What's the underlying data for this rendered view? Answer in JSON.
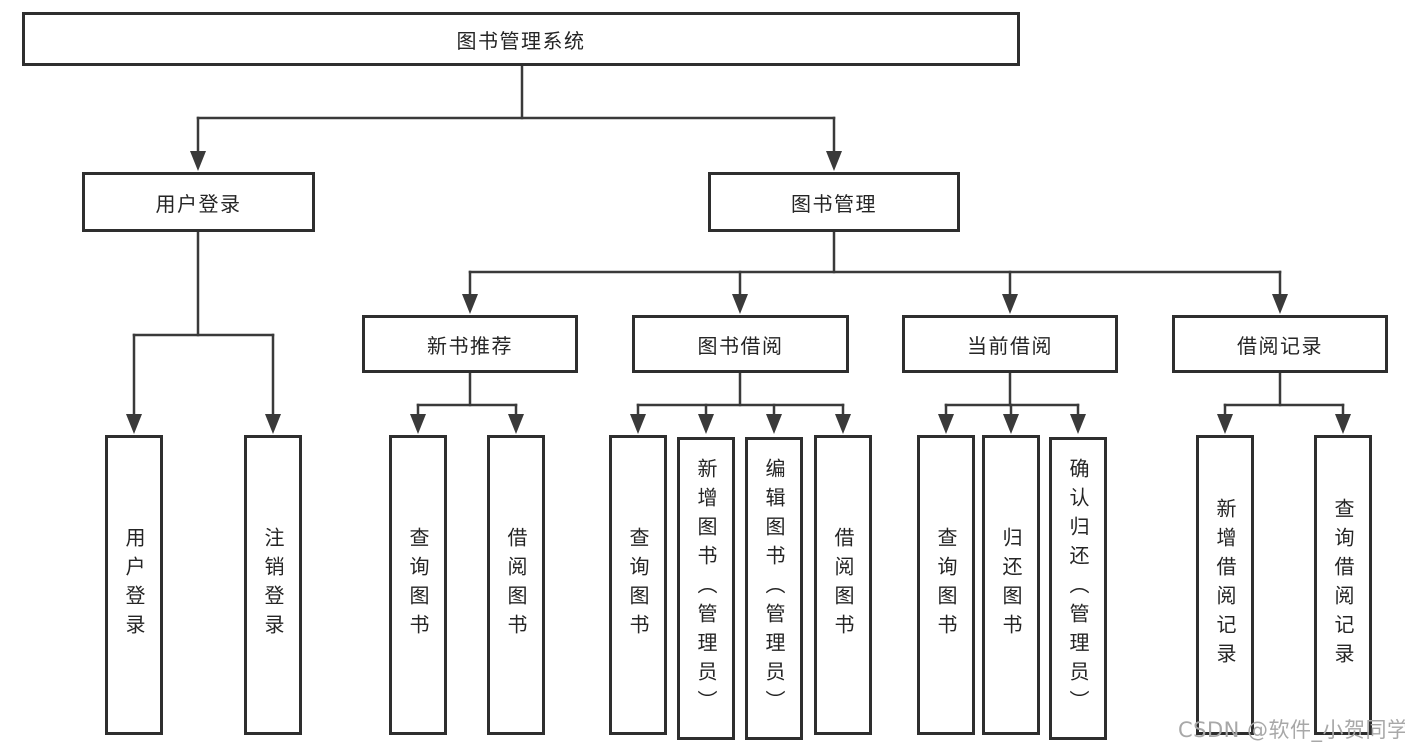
{
  "nodes": {
    "root": {
      "label": "图书管理系统"
    },
    "user_login": {
      "label": "用户登录"
    },
    "book_management": {
      "label": "图书管理"
    },
    "new_book_recommend": {
      "label": "新书推荐"
    },
    "book_borrow": {
      "label": "图书借阅"
    },
    "current_borrow": {
      "label": "当前借阅"
    },
    "borrow_records": {
      "label": "借阅记录"
    },
    "leaf_user_login": {
      "label": "用户登录"
    },
    "leaf_logout": {
      "label": "注销登录"
    },
    "leaf_query_book_a": {
      "label": "查询图书"
    },
    "leaf_borrow_book_a": {
      "label": "借阅图书"
    },
    "leaf_query_book_b": {
      "label": "查询图书"
    },
    "leaf_add_book_admin": {
      "label": "新增图书（管理员）"
    },
    "leaf_edit_book_admin": {
      "label": "编辑图书（管理员）"
    },
    "leaf_borrow_book_b": {
      "label": "借阅图书"
    },
    "leaf_query_book_c": {
      "label": "查询图书"
    },
    "leaf_return_book": {
      "label": "归还图书"
    },
    "leaf_confirm_return_admin": {
      "label": "确认归还（管理员）"
    },
    "leaf_add_borrow_record": {
      "label": "新增借阅记录"
    },
    "leaf_query_borrow_record": {
      "label": "查询借阅记录"
    }
  },
  "watermark": {
    "label": "CSDN @软件_小贺同学"
  },
  "colors": {
    "box_border": "#2e2e2e",
    "connector_line": "#3a3a3a",
    "text": "#252525",
    "watermark": "#a8a8a8",
    "background": "#ffffff"
  }
}
